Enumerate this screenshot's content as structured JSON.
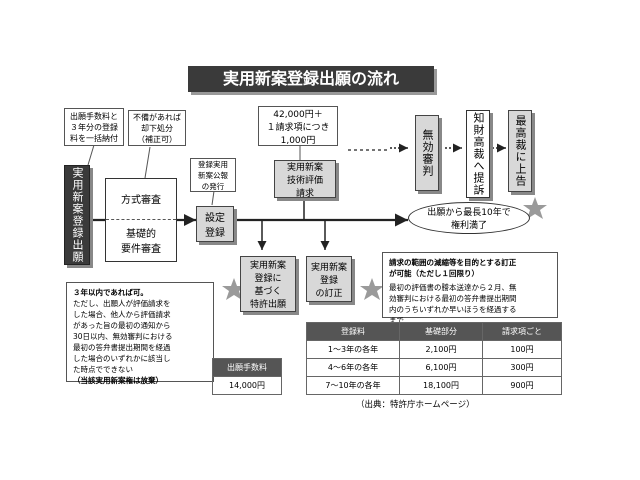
{
  "title": "実用新案登録出願の流れ",
  "left_vertical": "実用新案登録出願",
  "fee_callout": [
    "出願手数料と",
    "３年分の登録",
    "料を一括納付"
  ],
  "dismiss_callout": [
    "不備があれば",
    "却下処分",
    "（補正可）"
  ],
  "pub_callout": [
    "登録実用",
    "新案公報",
    "の発行"
  ],
  "tech_fee_callout": [
    "42,000円＋",
    "１請求項につき",
    "1,000円"
  ],
  "formal_exam": "方式審査",
  "basic_req": [
    "基礎的",
    "要件審査"
  ],
  "registration": [
    "設定",
    "登録"
  ],
  "tech_eval": [
    "実用新案",
    "技術評価",
    "請求"
  ],
  "invalidation": "無効審判",
  "ip_court": "知財高裁へ提訴",
  "supreme_court": "最高裁に上告",
  "term_end": [
    "出願から最長10年で",
    "権利満了"
  ],
  "patent_app": [
    "実用新案",
    "登録に",
    "基づく",
    "特許出願"
  ],
  "correction": [
    "実用新案",
    "登録",
    "の訂正"
  ],
  "correction_note": {
    "head": [
      "請求の範囲の減縮等を目的とする訂正",
      "が可能（ただし１回限り）"
    ],
    "body": [
      "最初の評価書の謄本送達から２月、無",
      "効審判における最初の答弁書提出期間",
      "内のうちいずれか早いほうを経過する",
      "まで"
    ]
  },
  "patent_note": {
    "head": "３年以内であれば可。",
    "body": [
      "ただし、出願人が評価請求を",
      "した場合、他人から評価請求",
      "があった旨の最初の通知から",
      "30日以内、無効審判における",
      "最初の答弁書提出期間を経過",
      "した場合のいずれかに該当し",
      "た時点でできない"
    ],
    "tail": "（当該実用新案権は放棄）"
  },
  "fee_table": {
    "app_fee_label": "出願手数料",
    "app_fee_value": "14,000円",
    "headers": [
      "登録料",
      "基礎部分",
      "請求項ごと"
    ],
    "rows": [
      [
        "1〜3年の各年",
        "2,100円",
        "100円"
      ],
      [
        "4〜6年の各年",
        "6,100円",
        "300円"
      ],
      [
        "7〜10年の各年",
        "18,100円",
        "900円"
      ]
    ]
  },
  "source": "（出典：特許庁ホームページ）",
  "colors": {
    "dark": "#3a3a3a",
    "gray": "#d8d8d8",
    "star": "#9a9a9a"
  }
}
